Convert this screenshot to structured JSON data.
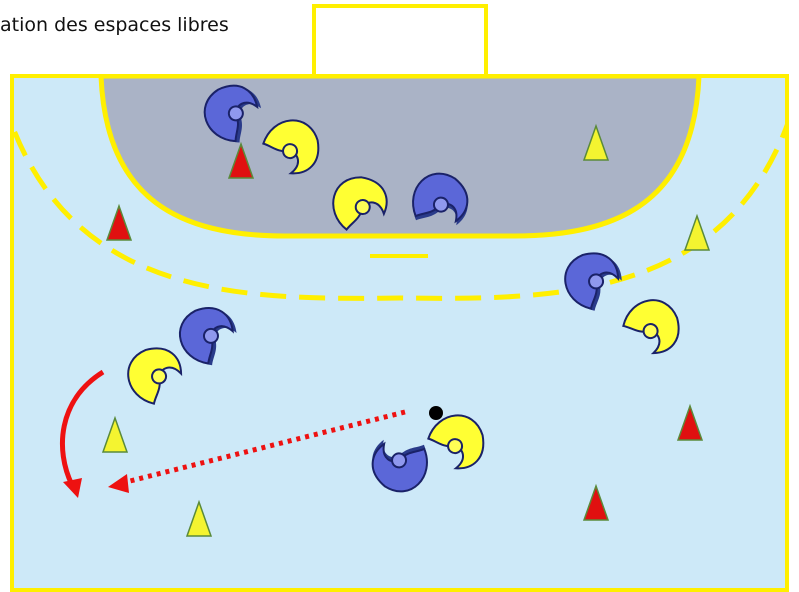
{
  "title": "ation des espaces libres",
  "colors": {
    "court": "#cde9f8",
    "zone": "#aab3c6",
    "lines": "#ffef00",
    "blue_player": "#5b67d8",
    "yellow_player": "#ffff33",
    "cone_red": "#e01010",
    "cone_yellow": "#f4f430",
    "arrow": "#ee1111",
    "ball": "#000000"
  },
  "players": [
    {
      "team": "blue",
      "label": "blue-player-1"
    },
    {
      "team": "yellow",
      "label": "yellow-player-1"
    },
    {
      "team": "yellow",
      "label": "yellow-player-2"
    },
    {
      "team": "blue",
      "label": "blue-player-2"
    },
    {
      "team": "blue",
      "label": "blue-player-3"
    },
    {
      "team": "yellow",
      "label": "yellow-player-3"
    },
    {
      "team": "blue",
      "label": "blue-player-4"
    },
    {
      "team": "yellow",
      "label": "yellow-player-4"
    },
    {
      "team": "yellow",
      "label": "yellow-player-5"
    },
    {
      "team": "blue",
      "label": "blue-player-5"
    }
  ],
  "cones": [
    {
      "color": "red"
    },
    {
      "color": "yellow"
    },
    {
      "color": "red"
    },
    {
      "color": "yellow"
    },
    {
      "color": "yellow"
    },
    {
      "color": "red"
    },
    {
      "color": "yellow"
    },
    {
      "color": "red"
    }
  ]
}
